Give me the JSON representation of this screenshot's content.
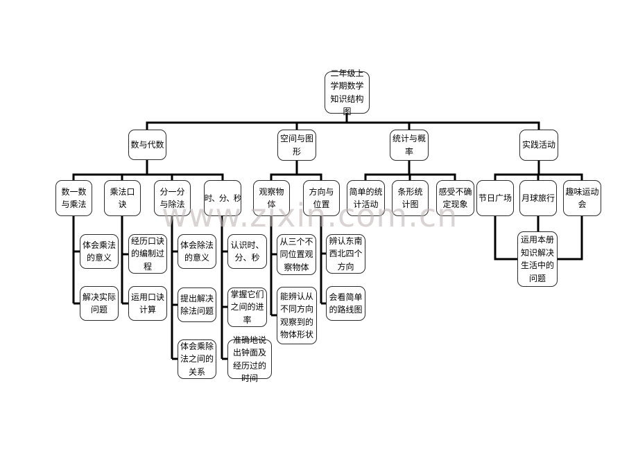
{
  "watermark": "www.zixin.com.cn",
  "colors": {
    "background": "#ffffff",
    "line": "#000000",
    "box_border": "#2a2a2a",
    "watermark": "#c0b8b6"
  },
  "tree": {
    "root": "二年级上学期数学知识结构图",
    "branches": [
      {
        "label": "数与代数",
        "children": [
          {
            "label": "数一数与乘法",
            "children": [
              {
                "label": "体会乘法的意义"
              },
              {
                "label": "解决实际问题"
              }
            ]
          },
          {
            "label": "乘法口诀",
            "children": [
              {
                "label": "经历口诀的编制过程"
              },
              {
                "label": "运用口诀计算"
              }
            ]
          },
          {
            "label": "分一分与除法",
            "children": [
              {
                "label": "体会除法的意义"
              },
              {
                "label": "提出解决除法问题"
              },
              {
                "label": "体会乘除法之间的关系"
              }
            ]
          },
          {
            "label": "时、分、秒",
            "children": [
              {
                "label": "认识时、分、秒"
              },
              {
                "label": "掌握它们之间的进率"
              },
              {
                "label": "准确地说出钟面及经历过的时间"
              }
            ]
          }
        ]
      },
      {
        "label": "空间与图形",
        "children": [
          {
            "label": "观察物体",
            "children": [
              {
                "label": "从三个不同位置观察物体"
              },
              {
                "label": "能辨认从不同方向观察到的物体形状"
              }
            ]
          },
          {
            "label": "方向与位置",
            "children": [
              {
                "label": "辨认东南西北四个方向"
              },
              {
                "label": "会看简单的路线图"
              }
            ]
          }
        ]
      },
      {
        "label": "统计与概率",
        "children": [
          {
            "label": "简单的统计活动"
          },
          {
            "label": "条形统计图"
          },
          {
            "label": "感受不确定现象"
          }
        ]
      },
      {
        "label": "实践活动",
        "children": [
          {
            "label": "节日广场"
          },
          {
            "label": "月球旅行"
          },
          {
            "label": "趣味运动会"
          }
        ],
        "shared_child": {
          "label": "运用本册知识解决生活中的问题"
        }
      }
    ]
  }
}
